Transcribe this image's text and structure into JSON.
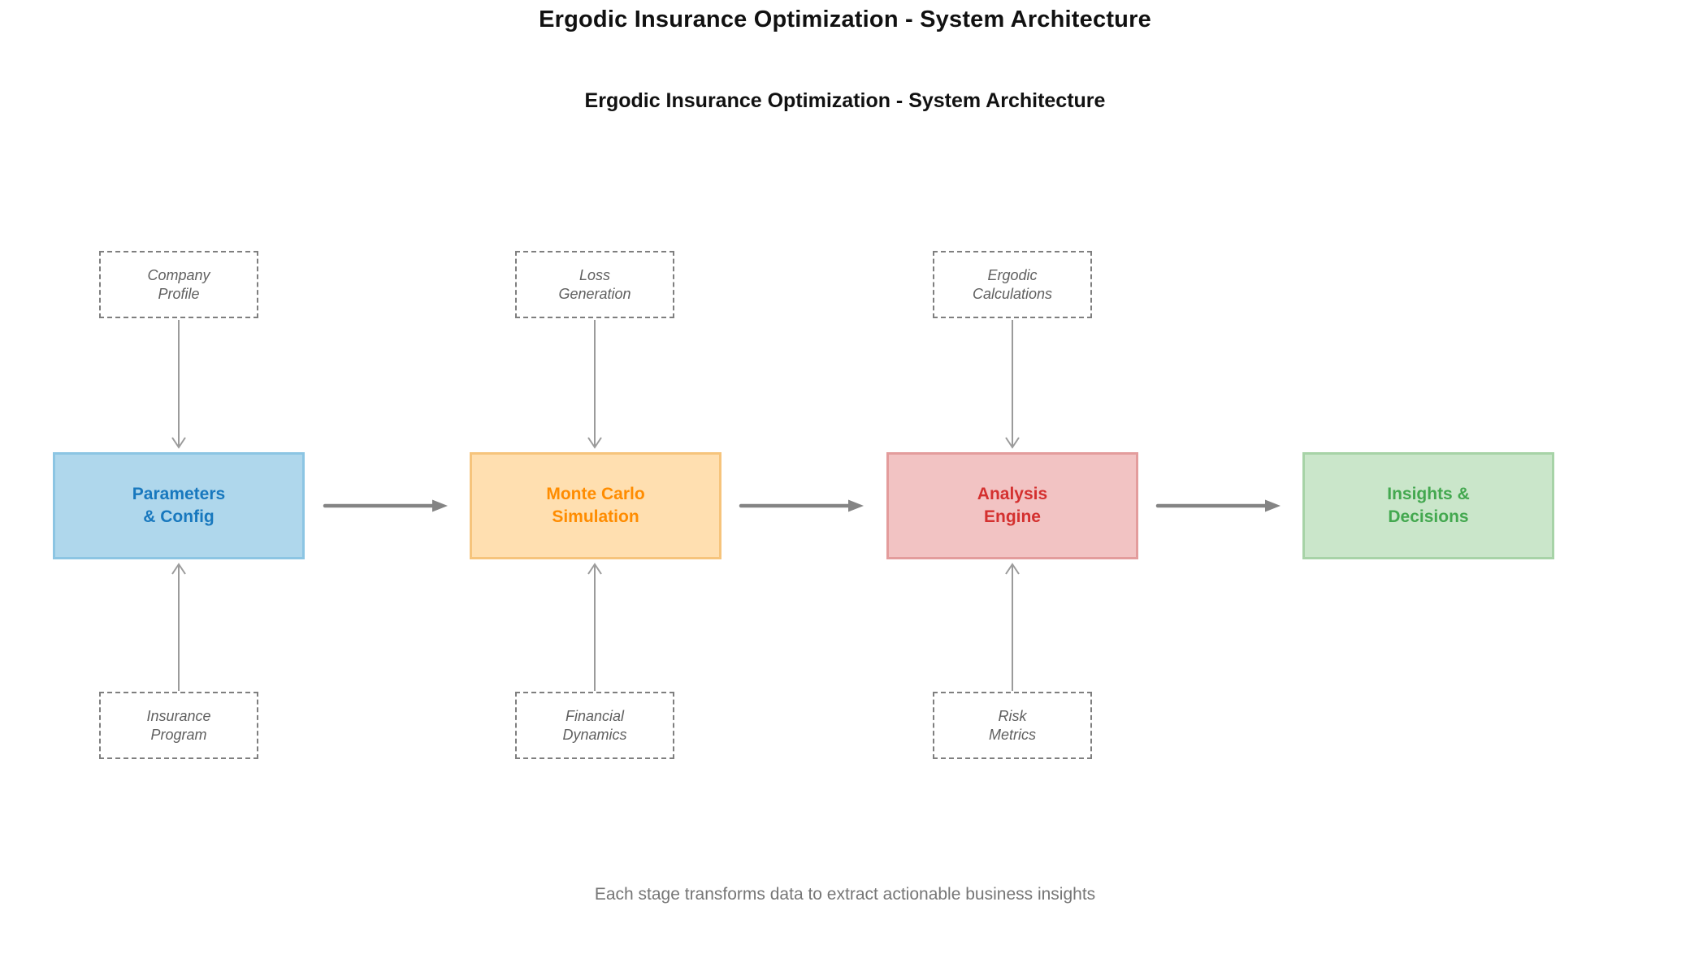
{
  "figure": {
    "suptitle": "Ergodic Insurance Optimization - System Architecture",
    "title": "Ergodic Insurance Optimization - System Architecture",
    "caption": "Each stage transforms data to extract actionable business insights"
  },
  "stages": [
    {
      "label": "Parameters & Config",
      "lines": [
        "Parameters",
        "& Config"
      ],
      "text_color": "#1878BE",
      "fill": "#AFD7EC",
      "border": "#8CC5E3"
    },
    {
      "label": "Monte Carlo Simulation",
      "lines": [
        "Monte Carlo",
        "Simulation"
      ],
      "text_color": "#FF8C00",
      "fill": "#FFDFB0",
      "border": "#F6C47C"
    },
    {
      "label": "Analysis Engine",
      "lines": [
        "Analysis",
        "Engine"
      ],
      "text_color": "#D4302F",
      "fill": "#F2C3C3",
      "border": "#E39C9C"
    },
    {
      "label": "Insights & Decisions",
      "lines": [
        "Insights &",
        "Decisions"
      ],
      "text_color": "#43A84F",
      "fill": "#CAE6CA",
      "border": "#A7D3A7"
    }
  ],
  "modules": {
    "top": [
      {
        "label": "Company Profile",
        "lines": [
          "Company",
          "Profile"
        ],
        "feeds": "Parameters & Config",
        "arrow_direction": "down"
      },
      {
        "label": "Loss Generation",
        "lines": [
          "Loss",
          "Generation"
        ],
        "feeds": "Monte Carlo Simulation",
        "arrow_direction": "down"
      },
      {
        "label": "Ergodic Calculations",
        "lines": [
          "Ergodic",
          "Calculations"
        ],
        "feeds": "Analysis Engine",
        "arrow_direction": "down"
      }
    ],
    "bottom": [
      {
        "label": "Insurance Program",
        "lines": [
          "Insurance",
          "Program"
        ],
        "feeds": "Parameters & Config",
        "arrow_direction": "up"
      },
      {
        "label": "Financial Dynamics",
        "lines": [
          "Financial",
          "Dynamics"
        ],
        "feeds": "Monte Carlo Simulation",
        "arrow_direction": "up"
      },
      {
        "label": "Risk Metrics",
        "lines": [
          "Risk",
          "Metrics"
        ],
        "feeds": "Analysis Engine",
        "arrow_direction": "up"
      }
    ]
  },
  "flow_arrows": [
    {
      "from": "Parameters & Config",
      "to": "Monte Carlo Simulation"
    },
    {
      "from": "Monte Carlo Simulation",
      "to": "Analysis Engine"
    },
    {
      "from": "Analysis Engine",
      "to": "Insights & Decisions"
    }
  ],
  "style_colors": {
    "background": "#FFFFFF",
    "title_text": "#111111",
    "caption_text": "#767676",
    "dashed_border": "#7F7F7F",
    "module_text": "#5F5F5F",
    "flow_arrow": "#848484",
    "io_arrow": "#9B9B9B"
  }
}
